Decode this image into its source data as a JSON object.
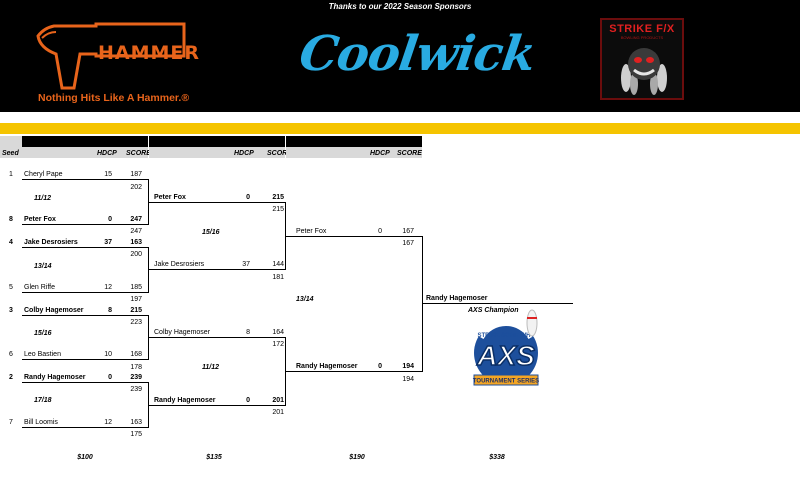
{
  "header": {
    "thanks": "Thanks to our 2022 Season Sponsors",
    "sponsor_left": {
      "word": "HAMMER",
      "tagline": "Nothing Hits Like A Hammer.®",
      "color": "#e8641b"
    },
    "sponsor_center": {
      "word": "Coolwick",
      "color": "#29abe2"
    },
    "sponsor_right": {
      "title": "STRIKE F/X",
      "subtitle": "BOWLING PRODUCTS",
      "color": "#e02020"
    }
  },
  "columns": {
    "seed": "Seed",
    "hdcp": "HDCP",
    "score": "SCORE"
  },
  "round1": [
    {
      "seed": "1",
      "name": "Cheryl Pape",
      "hdcp": "15",
      "score": "187",
      "bold": false
    },
    {
      "seed": "8",
      "name": "Peter Fox",
      "hdcp": "0",
      "score": "247",
      "bold": true
    },
    {
      "seed": "4",
      "name": "Jake Desrosiers",
      "hdcp": "37",
      "score": "163",
      "bold": true
    },
    {
      "seed": "5",
      "name": "Glen Riffe",
      "hdcp": "12",
      "score": "185",
      "bold": false
    },
    {
      "seed": "3",
      "name": "Colby Hagemoser",
      "hdcp": "8",
      "score": "215",
      "bold": true
    },
    {
      "seed": "6",
      "name": "Leo Bastien",
      "hdcp": "10",
      "score": "168",
      "bold": false
    },
    {
      "seed": "2",
      "name": "Randy Hagemoser",
      "hdcp": "0",
      "score": "239",
      "bold": true
    },
    {
      "seed": "7",
      "name": "Bill Loomis",
      "hdcp": "12",
      "score": "163",
      "bold": false
    }
  ],
  "round1_games": [
    {
      "lanes": "11/12",
      "g1": "202",
      "g2": "247"
    },
    {
      "lanes": "13/14",
      "g1": "200",
      "g2": "197"
    },
    {
      "lanes": "15/16",
      "g1": "223",
      "g2": "178"
    },
    {
      "lanes": "17/18",
      "g1": "239",
      "g2": "175"
    }
  ],
  "round2": [
    {
      "name": "Peter Fox",
      "hdcp": "0",
      "score": "215",
      "bold": true
    },
    {
      "name": "Jake Desrosiers",
      "hdcp": "37",
      "score": "144",
      "bold": false
    },
    {
      "name": "Colby Hagemoser",
      "hdcp": "8",
      "score": "164",
      "bold": false
    },
    {
      "name": "Randy Hagemoser",
      "hdcp": "0",
      "score": "201",
      "bold": true
    }
  ],
  "round2_games": [
    {
      "lanes": "15/16",
      "g1": "215",
      "g2": "181"
    },
    {
      "lanes": "11/12",
      "g1": "172",
      "g2": "201"
    }
  ],
  "round3": [
    {
      "name": "Peter Fox",
      "hdcp": "0",
      "score": "167",
      "bold": false
    },
    {
      "name": "Randy Hagemoser",
      "hdcp": "0",
      "score": "194",
      "bold": true
    }
  ],
  "round3_games": {
    "lanes": "13/14",
    "g1": "167",
    "g2": "194"
  },
  "champion": {
    "name": "Randy Hagemoser",
    "label": "AXS Champion"
  },
  "axs_logo": {
    "top_text": "STRIKE SOME WHY",
    "main": "AXS",
    "bottom": "TOURNAMENT SERIES"
  },
  "prizes": [
    "$100",
    "$135",
    "$190",
    "$338"
  ]
}
